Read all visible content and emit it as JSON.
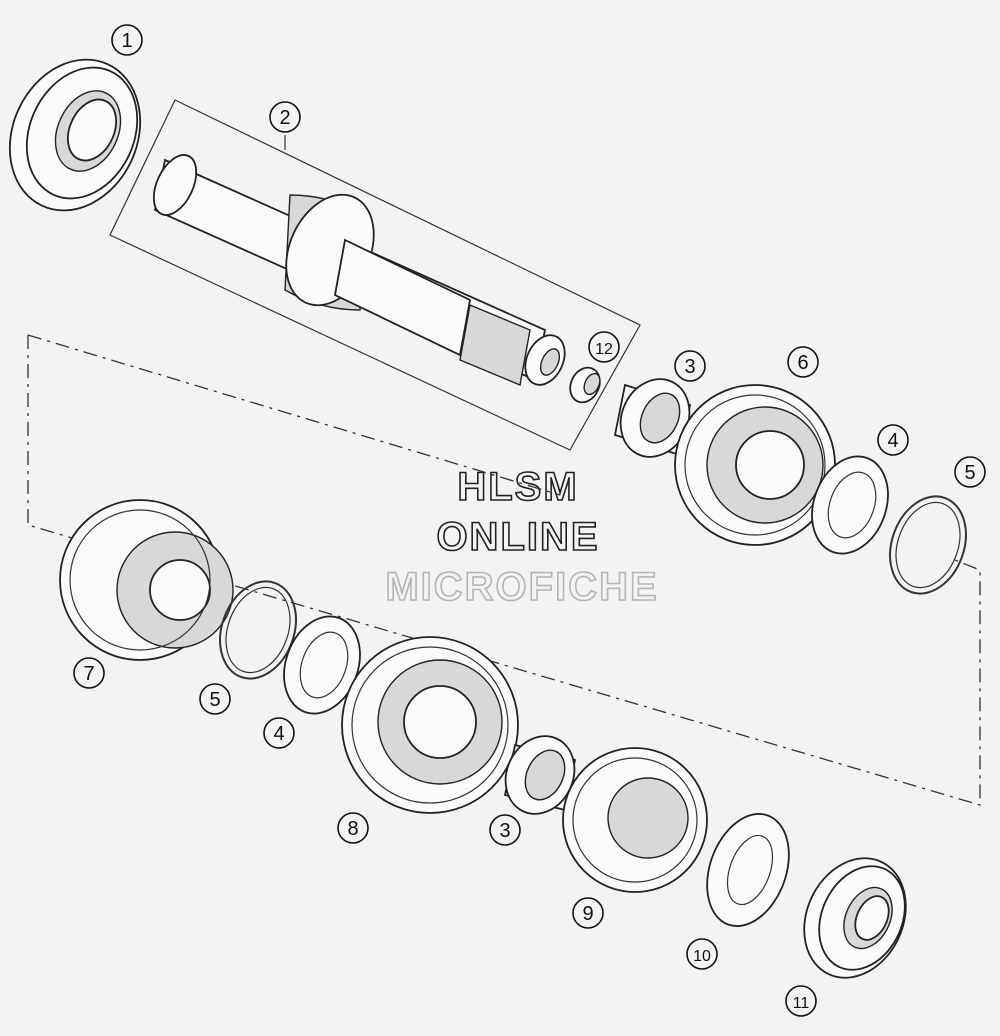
{
  "watermark": {
    "line1": "HLSM",
    "line2": "ONLINE",
    "line3": "MICROFICHE"
  },
  "callouts": [
    {
      "id": "c1",
      "label": "1"
    },
    {
      "id": "c2",
      "label": "2"
    },
    {
      "id": "c3a",
      "label": "3"
    },
    {
      "id": "c3b",
      "label": "3"
    },
    {
      "id": "c4a",
      "label": "4"
    },
    {
      "id": "c4b",
      "label": "4"
    },
    {
      "id": "c5a",
      "label": "5"
    },
    {
      "id": "c5b",
      "label": "5"
    },
    {
      "id": "c6",
      "label": "6"
    },
    {
      "id": "c7",
      "label": "7"
    },
    {
      "id": "c8",
      "label": "8"
    },
    {
      "id": "c9",
      "label": "9"
    },
    {
      "id": "c10",
      "label": "10"
    },
    {
      "id": "c11",
      "label": "11"
    },
    {
      "id": "c12",
      "label": "12"
    }
  ]
}
